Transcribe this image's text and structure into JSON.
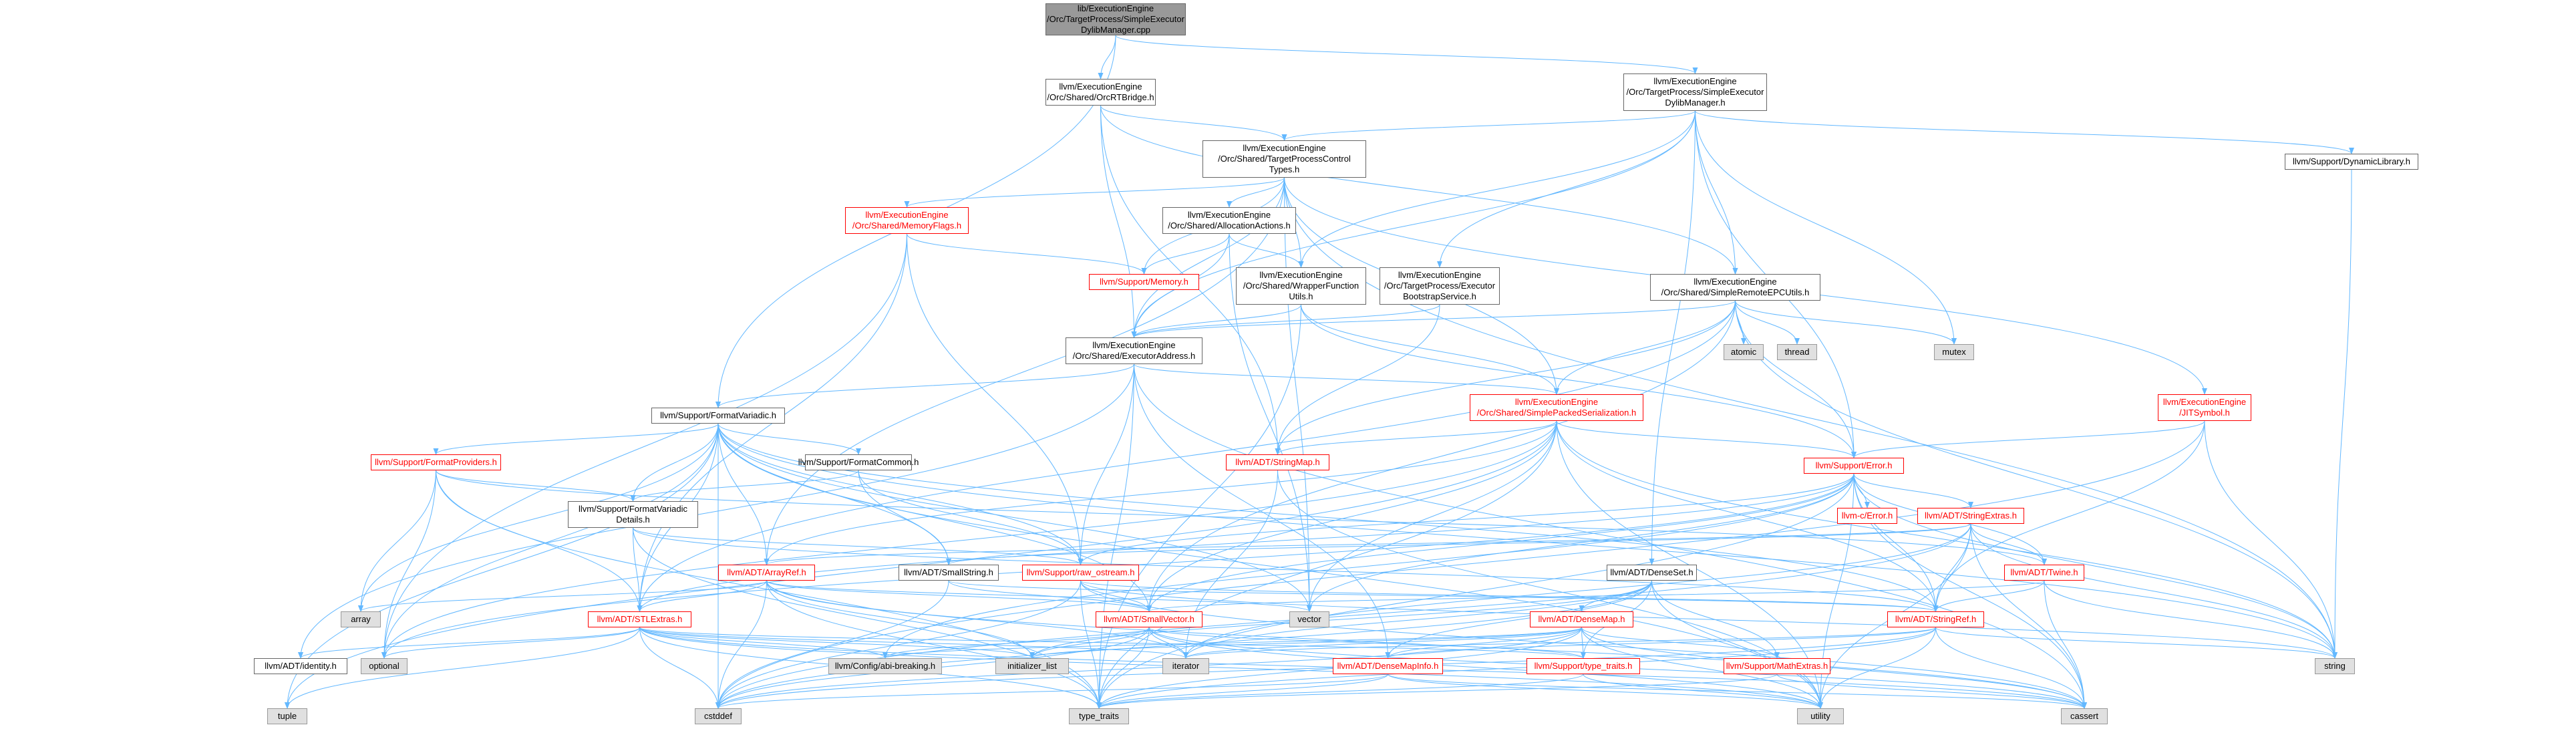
{
  "colors": {
    "edge": "#63b8ff",
    "red": "#ff0000",
    "gray_fill": "#e0e0e0",
    "root_fill": "#999999"
  },
  "nodes": [
    {
      "id": "root",
      "label": "lib/ExecutionEngine\n/Orc/TargetProcess/SimpleExecutor\nDylibManager.cpp",
      "kind": "root"
    },
    {
      "id": "orcrt",
      "label": "llvm/ExecutionEngine\n/Orc/Shared/OrcRTBridge.h",
      "kind": "normal"
    },
    {
      "id": "sedmh",
      "label": "llvm/ExecutionEngine\n/Orc/TargetProcess/SimpleExecutor\nDylibManager.h",
      "kind": "normal"
    },
    {
      "id": "fmtv",
      "label": "llvm/Support/FormatVariadic.h",
      "kind": "normal"
    },
    {
      "id": "dynlib",
      "label": "llvm/Support/DynamicLibrary.h",
      "kind": "normal"
    },
    {
      "id": "tpct",
      "label": "llvm/ExecutionEngine\n/Orc/Shared/TargetProcessControl\nTypes.h",
      "kind": "normal"
    },
    {
      "id": "memflags",
      "label": "llvm/ExecutionEngine\n/Orc/Shared/MemoryFlags.h",
      "kind": "red"
    },
    {
      "id": "allocact",
      "label": "llvm/ExecutionEngine\n/Orc/Shared/AllocationActions.h",
      "kind": "normal"
    },
    {
      "id": "memory",
      "label": "llvm/Support/Memory.h",
      "kind": "red"
    },
    {
      "id": "wrapfn",
      "label": "llvm/ExecutionEngine\n/Orc/Shared/WrapperFunction\nUtils.h",
      "kind": "normal"
    },
    {
      "id": "tpebs",
      "label": "llvm/ExecutionEngine\n/Orc/TargetProcess/Executor\nBootstrapService.h",
      "kind": "normal"
    },
    {
      "id": "srepc",
      "label": "llvm/ExecutionEngine\n/Orc/Shared/SimpleRemoteEPCUtils.h",
      "kind": "normal"
    },
    {
      "id": "atomic",
      "label": "atomic",
      "kind": "gray"
    },
    {
      "id": "thread",
      "label": "thread",
      "kind": "gray"
    },
    {
      "id": "mutex",
      "label": "mutex",
      "kind": "gray"
    },
    {
      "id": "execaddr",
      "label": "llvm/ExecutionEngine\n/Orc/Shared/ExecutorAddress.h",
      "kind": "normal"
    },
    {
      "id": "sps",
      "label": "llvm/ExecutionEngine\n/Orc/Shared/SimplePackedSerialization.h",
      "kind": "red"
    },
    {
      "id": "jitsym",
      "label": "llvm/ExecutionEngine\n/JITSymbol.h",
      "kind": "red"
    },
    {
      "id": "fmtprov",
      "label": "llvm/Support/FormatProviders.h",
      "kind": "red"
    },
    {
      "id": "fmtcommon",
      "label": "llvm/Support/FormatCommon.h",
      "kind": "normal"
    },
    {
      "id": "stringmap",
      "label": "llvm/ADT/StringMap.h",
      "kind": "red"
    },
    {
      "id": "error",
      "label": "llvm/Support/Error.h",
      "kind": "red"
    },
    {
      "id": "fmtvdet",
      "label": "llvm/Support/FormatVariadic\nDetails.h",
      "kind": "normal"
    },
    {
      "id": "cerror",
      "label": "llvm-c/Error.h",
      "kind": "red"
    },
    {
      "id": "strextras",
      "label": "llvm/ADT/StringExtras.h",
      "kind": "red"
    },
    {
      "id": "arrayref",
      "label": "llvm/ADT/ArrayRef.h",
      "kind": "red"
    },
    {
      "id": "smallstring",
      "label": "llvm/ADT/SmallString.h",
      "kind": "normal"
    },
    {
      "id": "rawostream",
      "label": "llvm/Support/raw_ostream.h",
      "kind": "red"
    },
    {
      "id": "denseset",
      "label": "llvm/ADT/DenseSet.h",
      "kind": "normal"
    },
    {
      "id": "twine",
      "label": "llvm/ADT/Twine.h",
      "kind": "red"
    },
    {
      "id": "vector",
      "label": "vector",
      "kind": "gray"
    },
    {
      "id": "array",
      "label": "array",
      "kind": "gray"
    },
    {
      "id": "smallvector",
      "label": "llvm/ADT/SmallVector.h",
      "kind": "red"
    },
    {
      "id": "densemap",
      "label": "llvm/ADT/DenseMap.h",
      "kind": "red"
    },
    {
      "id": "stringref",
      "label": "llvm/ADT/StringRef.h",
      "kind": "red"
    },
    {
      "id": "stlextras",
      "label": "llvm/ADT/STLExtras.h",
      "kind": "red"
    },
    {
      "id": "identity",
      "label": "llvm/ADT/identity.h",
      "kind": "normal"
    },
    {
      "id": "optional",
      "label": "optional",
      "kind": "gray"
    },
    {
      "id": "abibreak",
      "label": "llvm/Config/abi-breaking.h",
      "kind": "gray"
    },
    {
      "id": "initlist",
      "label": "initializer_list",
      "kind": "gray"
    },
    {
      "id": "iterator",
      "label": "iterator",
      "kind": "gray"
    },
    {
      "id": "densemapinfo",
      "label": "llvm/ADT/DenseMapInfo.h",
      "kind": "red"
    },
    {
      "id": "typetraitsh",
      "label": "llvm/Support/type_traits.h",
      "kind": "red"
    },
    {
      "id": "mathextras",
      "label": "llvm/Support/MathExtras.h",
      "kind": "red"
    },
    {
      "id": "string",
      "label": "string",
      "kind": "gray"
    },
    {
      "id": "tuple",
      "label": "tuple",
      "kind": "gray"
    },
    {
      "id": "cstddef",
      "label": "cstddef",
      "kind": "gray"
    },
    {
      "id": "type_traits",
      "label": "type_traits",
      "kind": "gray"
    },
    {
      "id": "utility",
      "label": "utility",
      "kind": "gray"
    },
    {
      "id": "cassert",
      "label": "cassert",
      "kind": "gray"
    }
  ],
  "edges": [
    [
      "root",
      "orcrt"
    ],
    [
      "root",
      "sedmh"
    ],
    [
      "root",
      "fmtv"
    ],
    [
      "orcrt",
      "tpct"
    ],
    [
      "orcrt",
      "execaddr"
    ],
    [
      "orcrt",
      "stringmap"
    ],
    [
      "orcrt",
      "srepc"
    ],
    [
      "sedmh",
      "tpct"
    ],
    [
      "sedmh",
      "dynlib"
    ],
    [
      "sedmh",
      "wrapfn"
    ],
    [
      "sedmh",
      "tpebs"
    ],
    [
      "sedmh",
      "srepc"
    ],
    [
      "sedmh",
      "mutex"
    ],
    [
      "sedmh",
      "error"
    ],
    [
      "sedmh",
      "execaddr"
    ],
    [
      "sedmh",
      "denseset"
    ],
    [
      "dynlib",
      "string"
    ],
    [
      "tpct",
      "memflags"
    ],
    [
      "tpct",
      "allocact"
    ],
    [
      "tpct",
      "memory"
    ],
    [
      "tpct",
      "wrapfn"
    ],
    [
      "tpct",
      "execaddr"
    ],
    [
      "tpct",
      "sps"
    ],
    [
      "tpct",
      "jitsym"
    ],
    [
      "tpct",
      "arrayref"
    ],
    [
      "tpct",
      "vector"
    ],
    [
      "tpct",
      "string"
    ],
    [
      "memflags",
      "memory"
    ],
    [
      "memflags",
      "rawostream"
    ],
    [
      "memflags",
      "stlextras"
    ],
    [
      "memflags",
      "optional"
    ],
    [
      "allocact",
      "memory"
    ],
    [
      "allocact",
      "wrapfn"
    ],
    [
      "allocact",
      "execaddr"
    ],
    [
      "allocact",
      "vector"
    ],
    [
      "wrapfn",
      "execaddr"
    ],
    [
      "wrapfn",
      "sps"
    ],
    [
      "wrapfn",
      "error"
    ],
    [
      "wrapfn",
      "type_traits"
    ],
    [
      "tpebs",
      "stringmap"
    ],
    [
      "tpebs",
      "execaddr"
    ],
    [
      "srepc",
      "execaddr"
    ],
    [
      "srepc",
      "sps"
    ],
    [
      "srepc",
      "atomic"
    ],
    [
      "srepc",
      "thread"
    ],
    [
      "srepc",
      "mutex"
    ],
    [
      "srepc",
      "error"
    ],
    [
      "srepc",
      "smallvector"
    ],
    [
      "srepc",
      "string"
    ],
    [
      "srepc",
      "stlextras"
    ],
    [
      "srepc",
      "stringmap"
    ],
    [
      "execaddr",
      "sps"
    ],
    [
      "execaddr",
      "fmtv"
    ],
    [
      "execaddr",
      "rawostream"
    ],
    [
      "execaddr",
      "densemapinfo"
    ],
    [
      "execaddr",
      "cassert"
    ],
    [
      "execaddr",
      "type_traits"
    ],
    [
      "execaddr",
      "identity"
    ],
    [
      "sps",
      "error"
    ],
    [
      "sps",
      "arrayref"
    ],
    [
      "sps",
      "stringmap"
    ],
    [
      "sps",
      "smallvector"
    ],
    [
      "sps",
      "stringref"
    ],
    [
      "sps",
      "string"
    ],
    [
      "sps",
      "tuple"
    ],
    [
      "sps",
      "type_traits"
    ],
    [
      "sps",
      "utility"
    ],
    [
      "sps",
      "vector"
    ],
    [
      "sps",
      "optional"
    ],
    [
      "jitsym",
      "error"
    ],
    [
      "jitsym",
      "stringref"
    ],
    [
      "jitsym",
      "string"
    ],
    [
      "jitsym",
      "cstddef"
    ],
    [
      "fmtv",
      "fmtprov"
    ],
    [
      "fmtv",
      "fmtcommon"
    ],
    [
      "fmtv",
      "fmtvdet"
    ],
    [
      "fmtv",
      "arrayref"
    ],
    [
      "fmtv",
      "smallstring"
    ],
    [
      "fmtv",
      "smallvector"
    ],
    [
      "fmtv",
      "stringref"
    ],
    [
      "fmtv",
      "rawostream"
    ],
    [
      "fmtv",
      "stlextras"
    ],
    [
      "fmtv",
      "array"
    ],
    [
      "fmtv",
      "string"
    ],
    [
      "fmtv",
      "tuple"
    ],
    [
      "fmtv",
      "cstddef"
    ],
    [
      "fmtv",
      "utility"
    ],
    [
      "fmtv",
      "vector"
    ],
    [
      "fmtv",
      "optional"
    ],
    [
      "fmtprov",
      "fmtvdet"
    ],
    [
      "fmtprov",
      "stlextras"
    ],
    [
      "fmtprov",
      "array"
    ],
    [
      "fmtprov",
      "optional"
    ],
    [
      "fmtprov",
      "type_traits"
    ],
    [
      "fmtprov",
      "twine"
    ],
    [
      "fmtcommon",
      "fmtvdet"
    ],
    [
      "fmtcommon",
      "smallstring"
    ],
    [
      "fmtcommon",
      "rawostream"
    ],
    [
      "fmtvdet",
      "stlextras"
    ],
    [
      "fmtvdet",
      "stringref"
    ],
    [
      "fmtvdet",
      "rawostream"
    ],
    [
      "fmtvdet",
      "type_traits"
    ],
    [
      "stringmap",
      "iterator"
    ],
    [
      "stringmap",
      "utility"
    ],
    [
      "error",
      "cerror"
    ],
    [
      "error",
      "strextras"
    ],
    [
      "error",
      "twine"
    ],
    [
      "error",
      "stringref"
    ],
    [
      "error",
      "stlextras"
    ],
    [
      "error",
      "rawostream"
    ],
    [
      "error",
      "smallvector"
    ],
    [
      "error",
      "abibreak"
    ],
    [
      "error",
      "optional"
    ],
    [
      "error",
      "cassert"
    ],
    [
      "error",
      "string"
    ],
    [
      "error",
      "utility"
    ],
    [
      "error",
      "vector"
    ],
    [
      "error",
      "type_traits"
    ],
    [
      "strextras",
      "arrayref"
    ],
    [
      "strextras",
      "smallstring"
    ],
    [
      "strextras",
      "stringref"
    ],
    [
      "strextras",
      "twine"
    ],
    [
      "strextras",
      "iterator"
    ],
    [
      "strextras",
      "string"
    ],
    [
      "strextras",
      "utility"
    ],
    [
      "strextras",
      "cstddef"
    ],
    [
      "strextras",
      "cassert"
    ],
    [
      "arrayref",
      "smallvector"
    ],
    [
      "arrayref",
      "stlextras"
    ],
    [
      "arrayref",
      "array"
    ],
    [
      "arrayref",
      "vector"
    ],
    [
      "arrayref",
      "iterator"
    ],
    [
      "arrayref",
      "initlist"
    ],
    [
      "arrayref",
      "type_traits"
    ],
    [
      "arrayref",
      "cassert"
    ],
    [
      "arrayref",
      "cstddef"
    ],
    [
      "smallstring",
      "smallvector"
    ],
    [
      "smallstring",
      "stringref"
    ],
    [
      "smallstring",
      "cstddef"
    ],
    [
      "rawostream",
      "stringref"
    ],
    [
      "rawostream",
      "smallvector"
    ],
    [
      "rawostream",
      "cassert"
    ],
    [
      "rawostream",
      "cstddef"
    ],
    [
      "rawostream",
      "string"
    ],
    [
      "rawostream",
      "type_traits"
    ],
    [
      "denseset",
      "densemap"
    ],
    [
      "denseset",
      "densemapinfo"
    ],
    [
      "denseset",
      "mathextras"
    ],
    [
      "denseset",
      "typetraitsh"
    ],
    [
      "denseset",
      "utility"
    ],
    [
      "denseset",
      "iterator"
    ],
    [
      "denseset",
      "initlist"
    ],
    [
      "denseset",
      "cstddef"
    ],
    [
      "twine",
      "smallvector"
    ],
    [
      "twine",
      "stringref"
    ],
    [
      "twine",
      "string"
    ],
    [
      "twine",
      "cassert"
    ],
    [
      "smallvector",
      "abibreak"
    ],
    [
      "smallvector",
      "typetraitsh"
    ],
    [
      "smallvector",
      "initlist"
    ],
    [
      "smallvector",
      "iterator"
    ],
    [
      "smallvector",
      "cassert"
    ],
    [
      "smallvector",
      "cstddef"
    ],
    [
      "smallvector",
      "type_traits"
    ],
    [
      "smallvector",
      "utility"
    ],
    [
      "densemap",
      "densemapinfo"
    ],
    [
      "densemap",
      "mathextras"
    ],
    [
      "densemap",
      "typetraitsh"
    ],
    [
      "densemap",
      "abibreak"
    ],
    [
      "densemap",
      "utility"
    ],
    [
      "densemap",
      "iterator"
    ],
    [
      "densemap",
      "initlist"
    ],
    [
      "densemap",
      "cassert"
    ],
    [
      "densemap",
      "cstddef"
    ],
    [
      "densemap",
      "type_traits"
    ],
    [
      "stringref",
      "densemapinfo"
    ],
    [
      "stringref",
      "iterator"
    ],
    [
      "stringref",
      "string"
    ],
    [
      "stringref",
      "utility"
    ],
    [
      "stringref",
      "cassert"
    ],
    [
      "stringref",
      "cstddef"
    ],
    [
      "stringref",
      "type_traits"
    ],
    [
      "stlextras",
      "identity"
    ],
    [
      "stlextras",
      "abibreak"
    ],
    [
      "stlextras",
      "initlist"
    ],
    [
      "stlextras",
      "iterator"
    ],
    [
      "stlextras",
      "optional"
    ],
    [
      "stlextras",
      "tuple"
    ],
    [
      "stlextras",
      "cassert"
    ],
    [
      "stlextras",
      "cstddef"
    ],
    [
      "stlextras",
      "type_traits"
    ],
    [
      "stlextras",
      "utility"
    ],
    [
      "stlextras",
      "typetraitsh"
    ],
    [
      "densemapinfo",
      "cassert"
    ],
    [
      "densemapinfo",
      "cstddef"
    ],
    [
      "densemapinfo",
      "type_traits"
    ],
    [
      "densemapinfo",
      "utility"
    ],
    [
      "typetraitsh",
      "type_traits"
    ],
    [
      "typetraitsh",
      "utility"
    ],
    [
      "mathextras",
      "cassert"
    ],
    [
      "mathextras",
      "type_traits"
    ]
  ]
}
